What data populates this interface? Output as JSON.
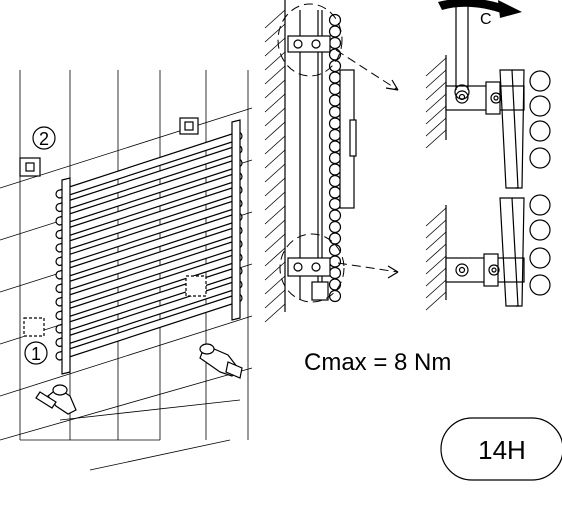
{
  "callouts": {
    "one": "1",
    "two": "2"
  },
  "rotation_label": "C",
  "torque_text": "Cmax = 8 Nm",
  "figure_label": "14H",
  "colors": {
    "line": "#000000",
    "background": "#ffffff"
  },
  "icons": [
    "torque-rotation-arrow-icon",
    "allen-key-icon"
  ]
}
